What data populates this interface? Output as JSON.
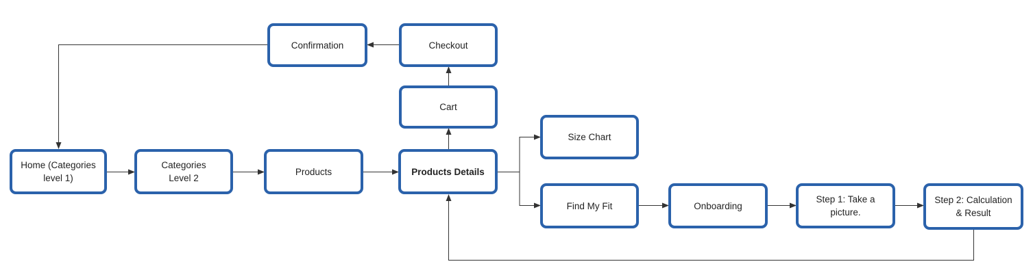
{
  "diagram": {
    "nodes": {
      "confirmation": "Confirmation",
      "checkout": "Checkout",
      "cart": "Cart",
      "home": "Home (Categories level 1)",
      "categories2": "Categories Level 2",
      "products": "Products",
      "product_details": "Products Details",
      "size_chart": "Size Chart",
      "find_my_fit": "Find My Fit",
      "onboarding": "Onboarding",
      "step1": "Step 1: Take a picture.",
      "step2": "Step 2: Calculation & Result"
    }
  },
  "colors": {
    "node_border": "#2b62ab",
    "connector": "#333333"
  }
}
